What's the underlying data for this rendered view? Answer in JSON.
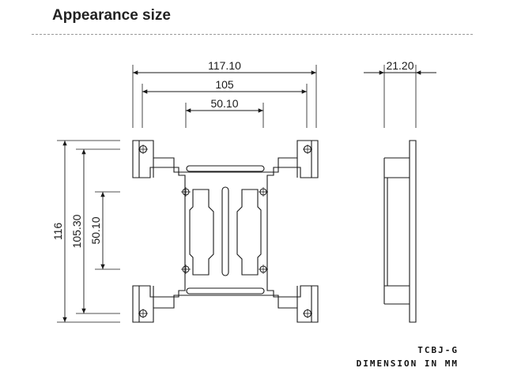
{
  "header": {
    "title": "Appearance size"
  },
  "dimensions": {
    "top_overall": "117.10",
    "top_holes": "105",
    "top_center": "50.10",
    "side_thickness": "21.20",
    "left_overall": "116",
    "left_holes": "105.30",
    "left_center": "50.10"
  },
  "footer": {
    "model": "TCBJ-G",
    "unit_note": "DIMENSION IN MM"
  }
}
